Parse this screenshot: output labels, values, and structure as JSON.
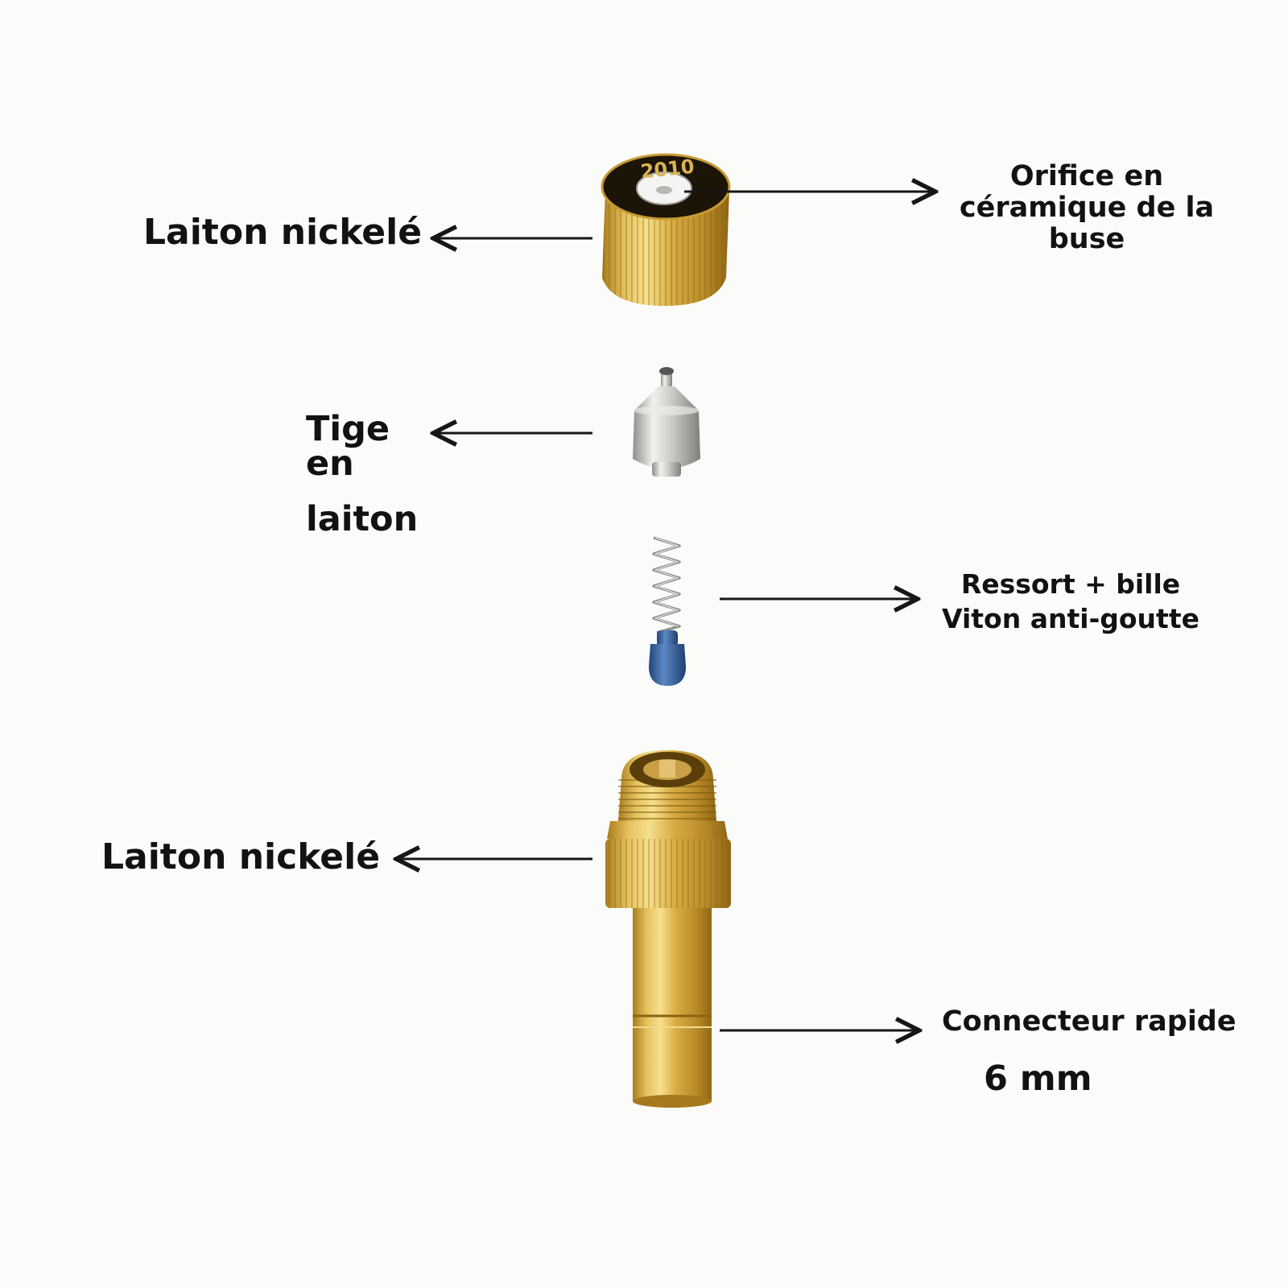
{
  "labels": {
    "cap_material": "Laiton nickelé",
    "ceramic_orifice": [
      "Orifice en",
      "céramique de la",
      "buse"
    ],
    "stem": [
      "Tige",
      "en",
      "laiton"
    ],
    "spring_ball": [
      "Ressort + bille",
      "Viton anti-goutte"
    ],
    "body_material": "Laiton nickelé",
    "connector": "Connecteur rapide",
    "connector_size": "6 mm"
  },
  "parts": {
    "cap_engraving": "2010"
  },
  "colors": {
    "brass": "#d9b14c",
    "brass_dark": "#a77d1f",
    "steel": "#c9c9c6",
    "viton_blue": "#3f6fae",
    "arrow": "#161616",
    "background": "#fbfbfa"
  }
}
